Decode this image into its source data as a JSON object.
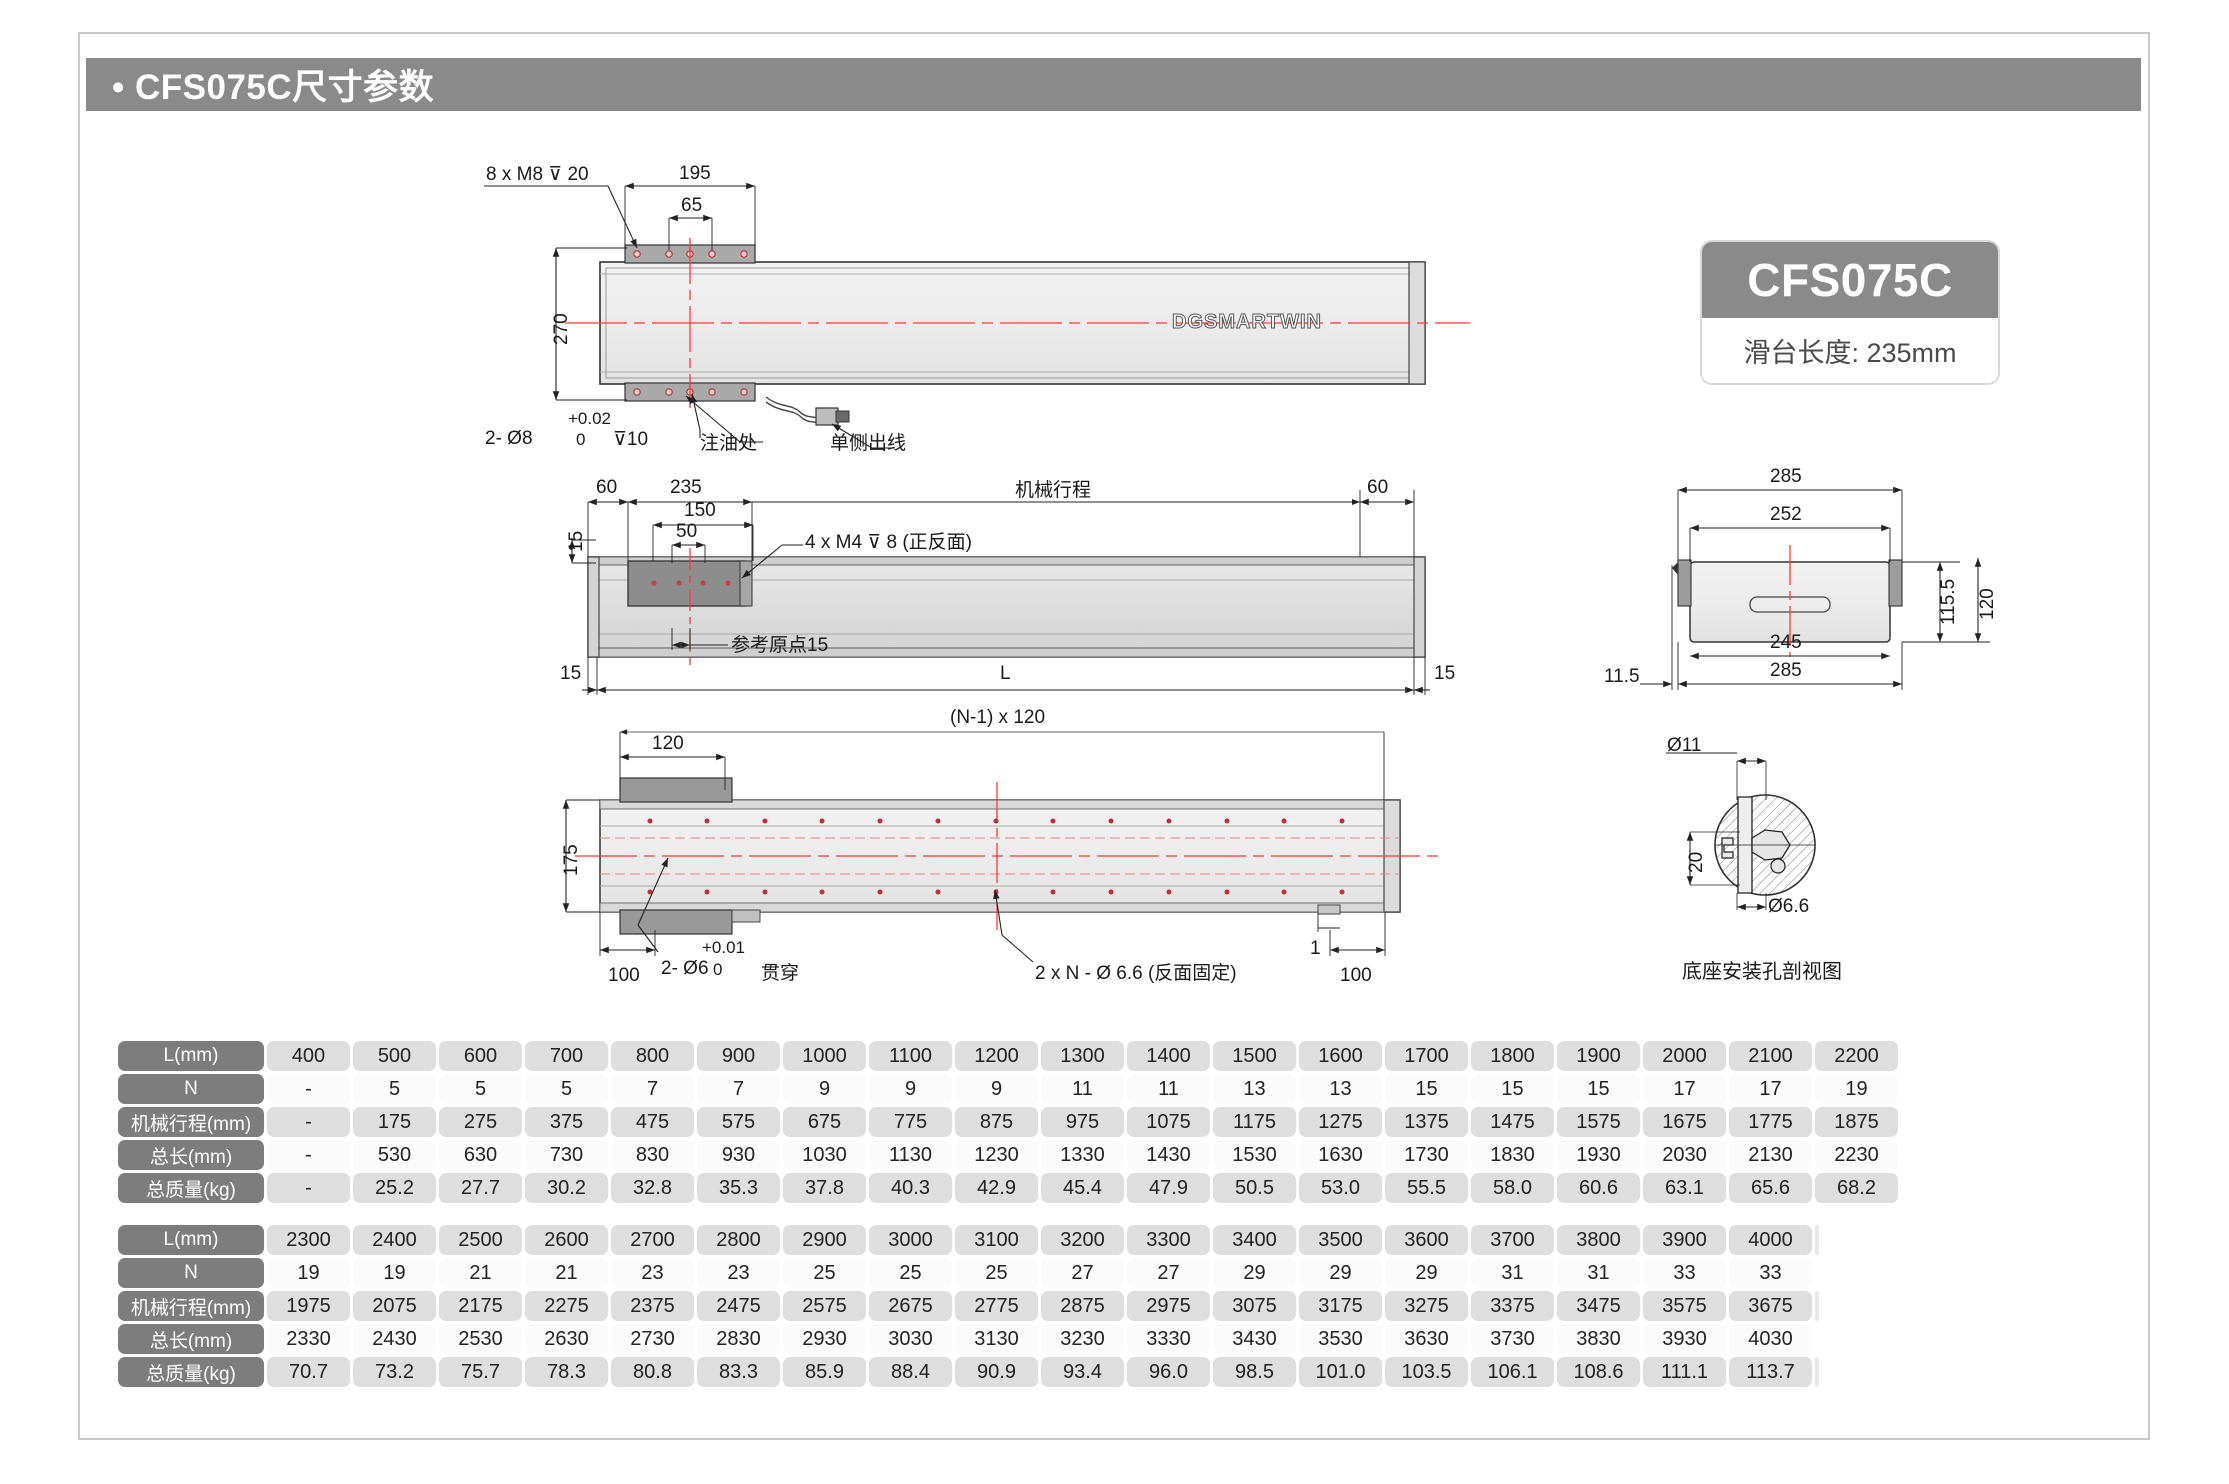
{
  "header": {
    "title": "• CFS075C尺寸参数"
  },
  "badge": {
    "model": "CFS075C",
    "slider_length": "滑台长度: 235mm"
  },
  "top_view": {
    "callout_m8": "8 x M8  ⊽ 20",
    "dim_195": "195",
    "dim_65": "65",
    "dim_270": "270",
    "tol_upper": "+0.02",
    "tol_lower": "0",
    "callout_d8": "2- Ø8",
    "callout_d8_depth": "⊽10",
    "label_oil": "注油处",
    "label_wire": "单侧出线",
    "brand": "DGSMARTWIN"
  },
  "side_view": {
    "dim_60_left": "60",
    "dim_235": "235",
    "dim_150": "150",
    "dim_50": "50",
    "dim_15_left": "15",
    "dim_15_bl": "15",
    "dim_15_br": "15",
    "dim_60_right": "60",
    "label_stroke": "机械行程",
    "callout_m4": "4 x M4  ⊽ 8 (正反面)",
    "label_origin": "参考原点15",
    "label_L": "L"
  },
  "bottom_view": {
    "dim_n_minus_1": "(N-1) x 120",
    "dim_120": "120",
    "dim_175": "175",
    "dim_100_left": "100",
    "dim_100_right": "100",
    "dim_1": "1",
    "tol_upper": "+0.01",
    "tol_lower": "0",
    "callout_d6": "2- Ø6",
    "callout_d6_thru": "贯穿",
    "callout_d66": "2 x N - Ø 6.6 (反面固定)"
  },
  "section_view": {
    "dim_285_top": "285",
    "dim_252": "252",
    "dim_115_5": "115.5",
    "dim_120": "120",
    "dim_245": "245",
    "dim_285_bot": "285",
    "dim_11_5": "11.5"
  },
  "hole_detail": {
    "dim_d11": "Ø11",
    "dim_20": "20",
    "dim_d66": "Ø6.6",
    "caption": "底座安装孔剖视图"
  },
  "chart_data": {
    "type": "table",
    "title": "CFS075C尺寸参数",
    "row_labels": [
      "L(mm)",
      "N",
      "机械行程(mm)",
      "总长(mm)",
      "总质量(kg)"
    ],
    "tables": [
      {
        "rows": [
          [
            "L(mm)",
            "400",
            "500",
            "600",
            "700",
            "800",
            "900",
            "1000",
            "1100",
            "1200",
            "1300",
            "1400",
            "1500",
            "1600",
            "1700",
            "1800",
            "1900",
            "2000",
            "2100",
            "2200"
          ],
          [
            "N",
            "-",
            "5",
            "5",
            "5",
            "7",
            "7",
            "9",
            "9",
            "9",
            "11",
            "11",
            "13",
            "13",
            "15",
            "15",
            "15",
            "17",
            "17",
            "19"
          ],
          [
            "机械行程(mm)",
            "-",
            "175",
            "275",
            "375",
            "475",
            "575",
            "675",
            "775",
            "875",
            "975",
            "1075",
            "1175",
            "1275",
            "1375",
            "1475",
            "1575",
            "1675",
            "1775",
            "1875"
          ],
          [
            "总长(mm)",
            "-",
            "530",
            "630",
            "730",
            "830",
            "930",
            "1030",
            "1130",
            "1230",
            "1330",
            "1430",
            "1530",
            "1630",
            "1730",
            "1830",
            "1930",
            "2030",
            "2130",
            "2230"
          ],
          [
            "总质量(kg)",
            "-",
            "25.2",
            "27.7",
            "30.2",
            "32.8",
            "35.3",
            "37.8",
            "40.3",
            "42.9",
            "45.4",
            "47.9",
            "50.5",
            "53.0",
            "55.5",
            "58.0",
            "60.6",
            "63.1",
            "65.6",
            "68.2"
          ]
        ]
      },
      {
        "rows": [
          [
            "L(mm)",
            "2300",
            "2400",
            "2500",
            "2600",
            "2700",
            "2800",
            "2900",
            "3000",
            "3100",
            "3200",
            "3300",
            "3400",
            "3500",
            "3600",
            "3700",
            "3800",
            "3900",
            "4000",
            ""
          ],
          [
            "N",
            "19",
            "19",
            "21",
            "21",
            "23",
            "23",
            "25",
            "25",
            "25",
            "27",
            "27",
            "29",
            "29",
            "29",
            "31",
            "31",
            "33",
            "33",
            ""
          ],
          [
            "机械行程(mm)",
            "1975",
            "2075",
            "2175",
            "2275",
            "2375",
            "2475",
            "2575",
            "2675",
            "2775",
            "2875",
            "2975",
            "3075",
            "3175",
            "3275",
            "3375",
            "3475",
            "3575",
            "3675",
            ""
          ],
          [
            "总长(mm)",
            "2330",
            "2430",
            "2530",
            "2630",
            "2730",
            "2830",
            "2930",
            "3030",
            "3130",
            "3230",
            "3330",
            "3430",
            "3530",
            "3630",
            "3730",
            "3830",
            "3930",
            "4030",
            ""
          ],
          [
            "总质量(kg)",
            "70.7",
            "73.2",
            "75.7",
            "78.3",
            "80.8",
            "83.3",
            "85.9",
            "88.4",
            "90.9",
            "93.4",
            "96.0",
            "98.5",
            "101.0",
            "103.5",
            "106.1",
            "108.6",
            "111.1",
            "113.7",
            ""
          ]
        ]
      }
    ]
  }
}
